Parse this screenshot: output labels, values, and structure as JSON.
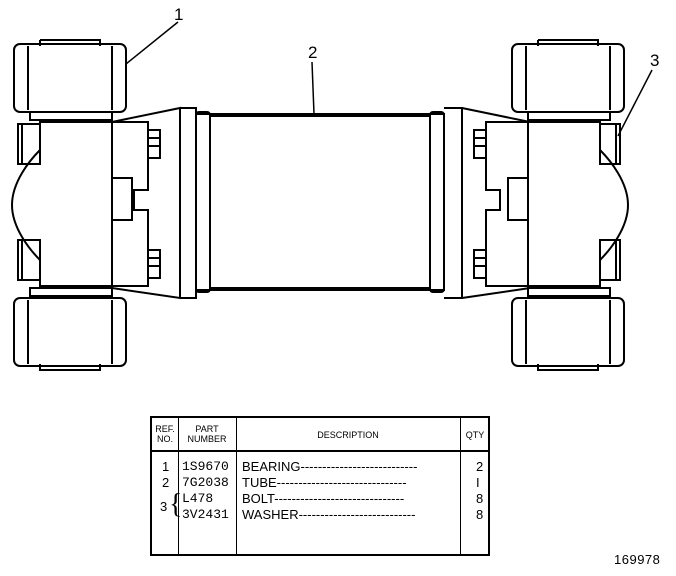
{
  "callouts": [
    "1",
    "2",
    "3"
  ],
  "table": {
    "headers": {
      "ref": "REF. NO.",
      "part_line1": "PART",
      "part_line2": "NUMBER",
      "description": "DESCRIPTION",
      "qty": "QTY"
    },
    "rows": [
      {
        "ref": "1",
        "part": "1S9670",
        "desc": "BEARING---------------------------",
        "qty": "2"
      },
      {
        "ref": "2",
        "part": "7G2038",
        "desc": "TUBE------------------------------",
        "qty": "I"
      },
      {
        "ref": "",
        "part": "L478",
        "desc": "BOLT------------------------------",
        "qty": "8"
      },
      {
        "ref": "",
        "part": "3V2431",
        "desc": "WASHER---------------------------",
        "qty": "8"
      }
    ],
    "group_ref": "3"
  },
  "drawing_number": "169978"
}
